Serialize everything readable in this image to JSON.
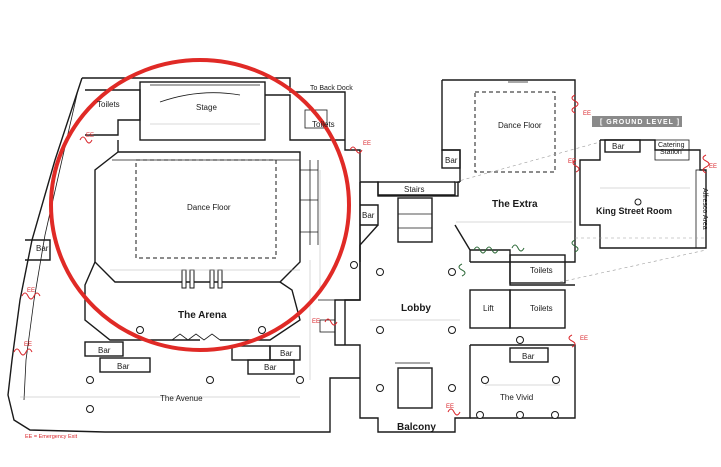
{
  "plan": {
    "rooms": {
      "toilets_stage": "Toilets",
      "stage": "Stage",
      "to_back_dock": "To Back Dock",
      "toilets_right": "Toilets",
      "dance_floor_arena": "Dance Floor",
      "arena": "The Arena",
      "bar_left": "Bar",
      "bar_arena_1": "Bar",
      "bar_arena_2": "Bar",
      "bar_arena_3": "Bar",
      "bar_arena_4": "Bar",
      "avenue": "The Avenue",
      "lobby": "Lobby",
      "stairs": "Stairs",
      "bar_lobby": "Bar",
      "balcony": "Balcony",
      "dance_floor_extra": "Dance Floor",
      "bar_extra": "Bar",
      "extra": "The Extra",
      "toilets_e1": "Toilets",
      "toilets_e2": "Toilets",
      "lift": "Lift",
      "bar_vivid": "Bar",
      "vivid": "The Vivid",
      "bar_king": "Bar",
      "catering": "Catering\nStation",
      "king_street": "King Street Room",
      "alfresco": "Alfresco Area"
    },
    "ground_level": "[ GROUND LEVEL ]",
    "ee_marker": "EE",
    "legend": "EE = Emergency Exit",
    "highlight_color": "#e02a26",
    "ee_color": "#d9262b"
  }
}
